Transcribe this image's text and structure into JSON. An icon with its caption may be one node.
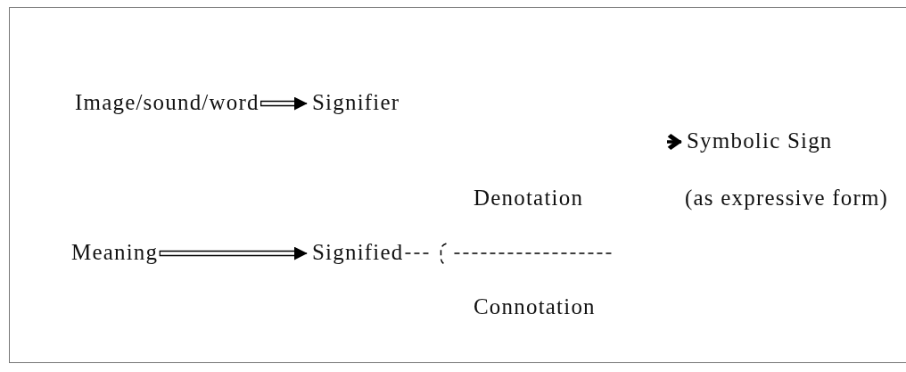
{
  "diagram": {
    "nodes": [
      {
        "text": [
          "Image/sound/word"
        ]
      },
      {
        "text": [
          "Signifier"
        ]
      },
      {
        "text": [
          "Symbolic Sign"
        ],
        "beside": [
          "(as expressive form)"
        ]
      },
      {
        "text": [
          "Denotation"
        ]
      },
      {
        "text": [
          "Meaning"
        ]
      },
      {
        "text": [
          "Signified"
        ]
      },
      {
        "text": [
          "Connotation"
        ]
      }
    ],
    "edges": [
      {
        "from": 0,
        "to": 1,
        "arrow": "to"
      },
      {
        "from": null,
        "to": 2,
        "arrow": "to",
        "style": "thick"
      },
      {
        "from": 4,
        "to": 5,
        "arrow": "to"
      },
      {
        "from": 5,
        "to": null,
        "arrow": "none",
        "style": "dashed"
      }
    ]
  }
}
